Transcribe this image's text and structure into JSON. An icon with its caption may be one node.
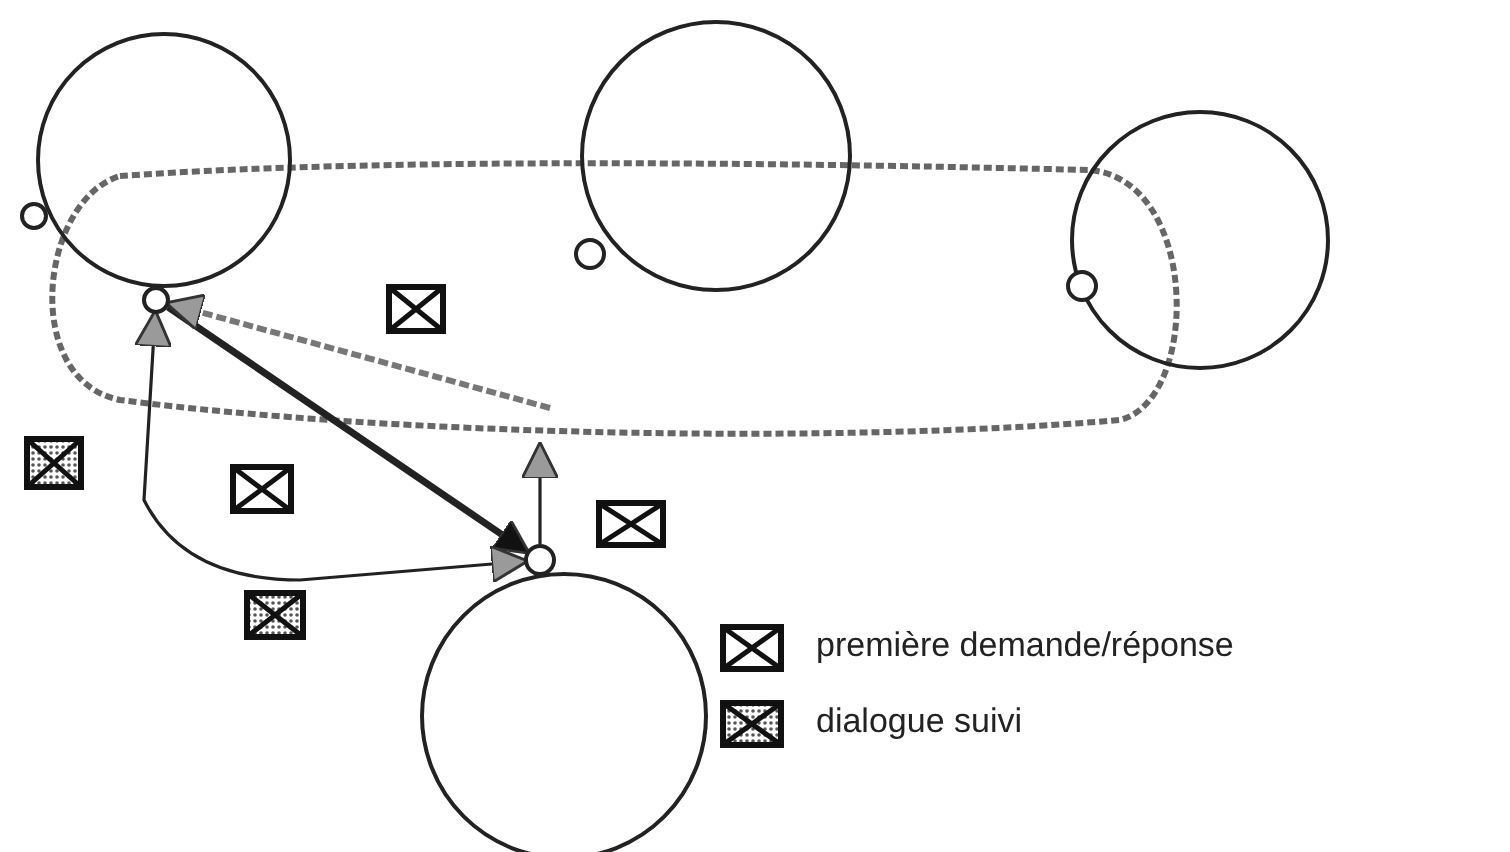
{
  "diagram": {
    "nodes": [
      {
        "text": [],
        "shape": "circle"
      },
      {
        "text": [],
        "shape": "circle"
      },
      {
        "text": [],
        "shape": "circle"
      },
      {
        "text": [],
        "shape": "circle"
      },
      {
        "text": [],
        "shape": "circle"
      },
      {
        "text": [],
        "shape": "circle"
      },
      {
        "text": [],
        "shape": "circle"
      },
      {
        "text": [],
        "shape": "circle"
      },
      {
        "text": [],
        "shape": "circle"
      }
    ],
    "edges": [
      {
        "from": 2,
        "to": 7,
        "arrow": "to",
        "style": "thick"
      },
      {
        "from": null,
        "to": 2,
        "arrow": "to",
        "style": "dashed",
        "color": "#777777"
      },
      {
        "from": 2,
        "to": 7,
        "arrow": "both"
      },
      {
        "from": 7,
        "to": null,
        "arrow": "to"
      }
    ],
    "legend": [
      {
        "text": "première demande/réponse"
      },
      {
        "text": "dialogue suivi"
      }
    ]
  }
}
